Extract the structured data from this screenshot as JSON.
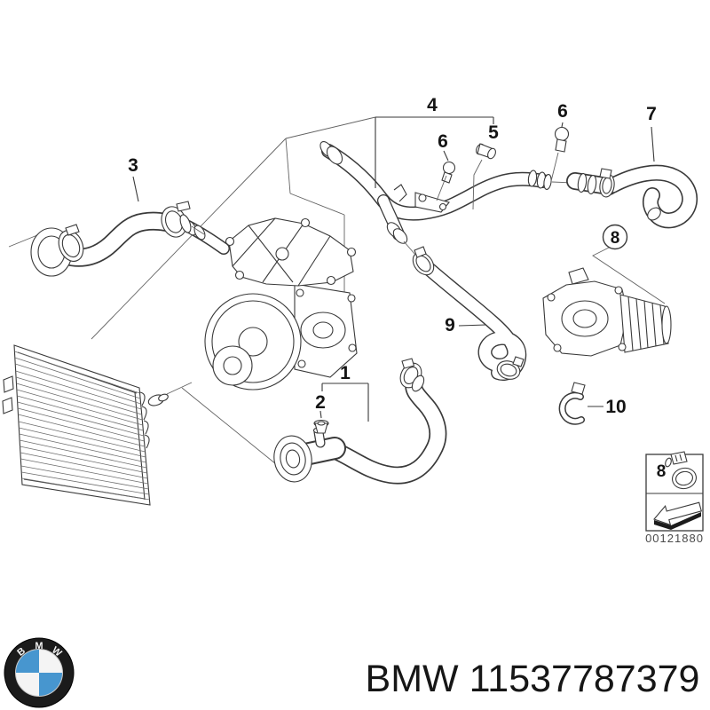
{
  "colors": {
    "ink": "#3a3a3a",
    "label": "#141414",
    "caption_gray": "#4a4a4a",
    "bmw_blue": "#4796cf",
    "bmw_quadrant_white": "#f4f4f4",
    "logo_black": "#1b1b1b"
  },
  "callouts": {
    "n1": "1",
    "n2": "2",
    "n3": "3",
    "n4": "4",
    "n5": "5",
    "n6_left": "6",
    "n6_right": "6",
    "n7": "7",
    "n8_circled": "8",
    "n9": "9",
    "n10": "10"
  },
  "legend": {
    "ref": "8",
    "icon": "hose-clamp-icon",
    "arrow_icon": "direction-arrow-icon",
    "image_number": "00121880"
  },
  "footer": {
    "part_text": "BMW 11537787379"
  },
  "logo": {
    "letters": [
      "B",
      "M",
      "W"
    ]
  }
}
